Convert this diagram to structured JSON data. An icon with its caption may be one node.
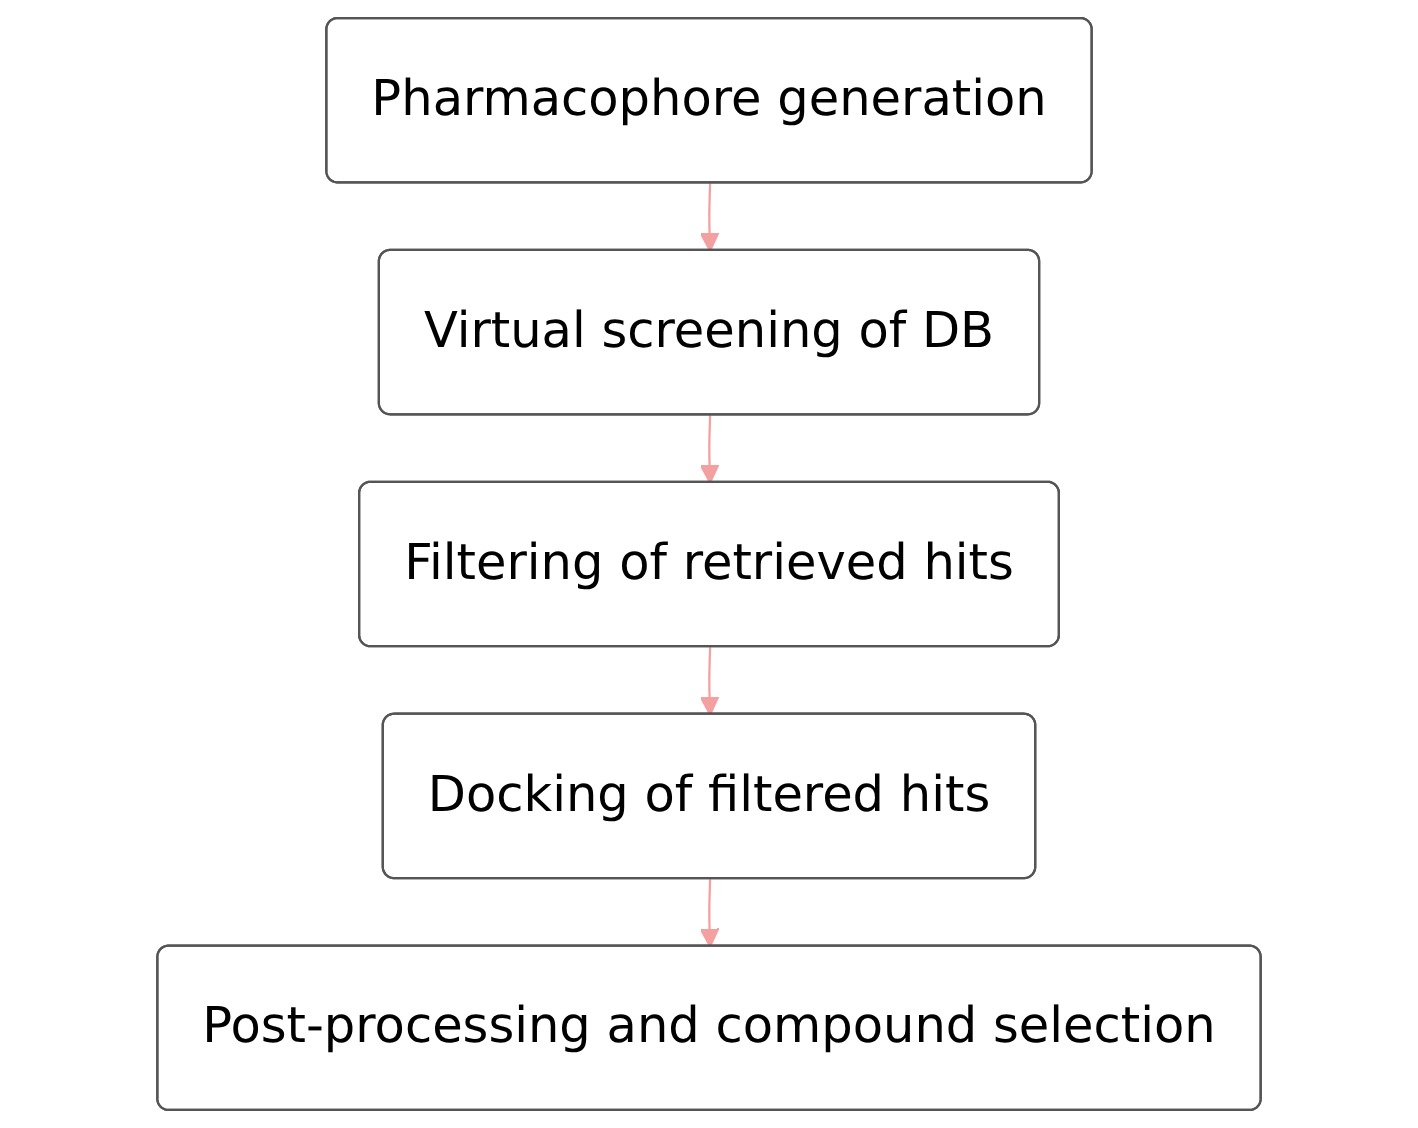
{
  "diagram": {
    "nodes": [
      {
        "text": [
          "Pharmacophore generation"
        ]
      },
      {
        "text": [
          "Virtual screening of DB"
        ]
      },
      {
        "text": [
          "Filtering of retrieved hits"
        ]
      },
      {
        "text": [
          "Docking of filtered hits"
        ]
      },
      {
        "text": [
          "Post-processing and compound selection"
        ]
      }
    ],
    "edges": [
      {
        "from": 0,
        "to": 1,
        "arrow": "to",
        "color": "#f4a0a0"
      },
      {
        "from": 1,
        "to": 2,
        "arrow": "to",
        "color": "#f4a0a0"
      },
      {
        "from": 2,
        "to": 3,
        "arrow": "to",
        "color": "#f4a0a0"
      },
      {
        "from": 3,
        "to": 4,
        "arrow": "to",
        "color": "#f4a0a0"
      }
    ]
  }
}
